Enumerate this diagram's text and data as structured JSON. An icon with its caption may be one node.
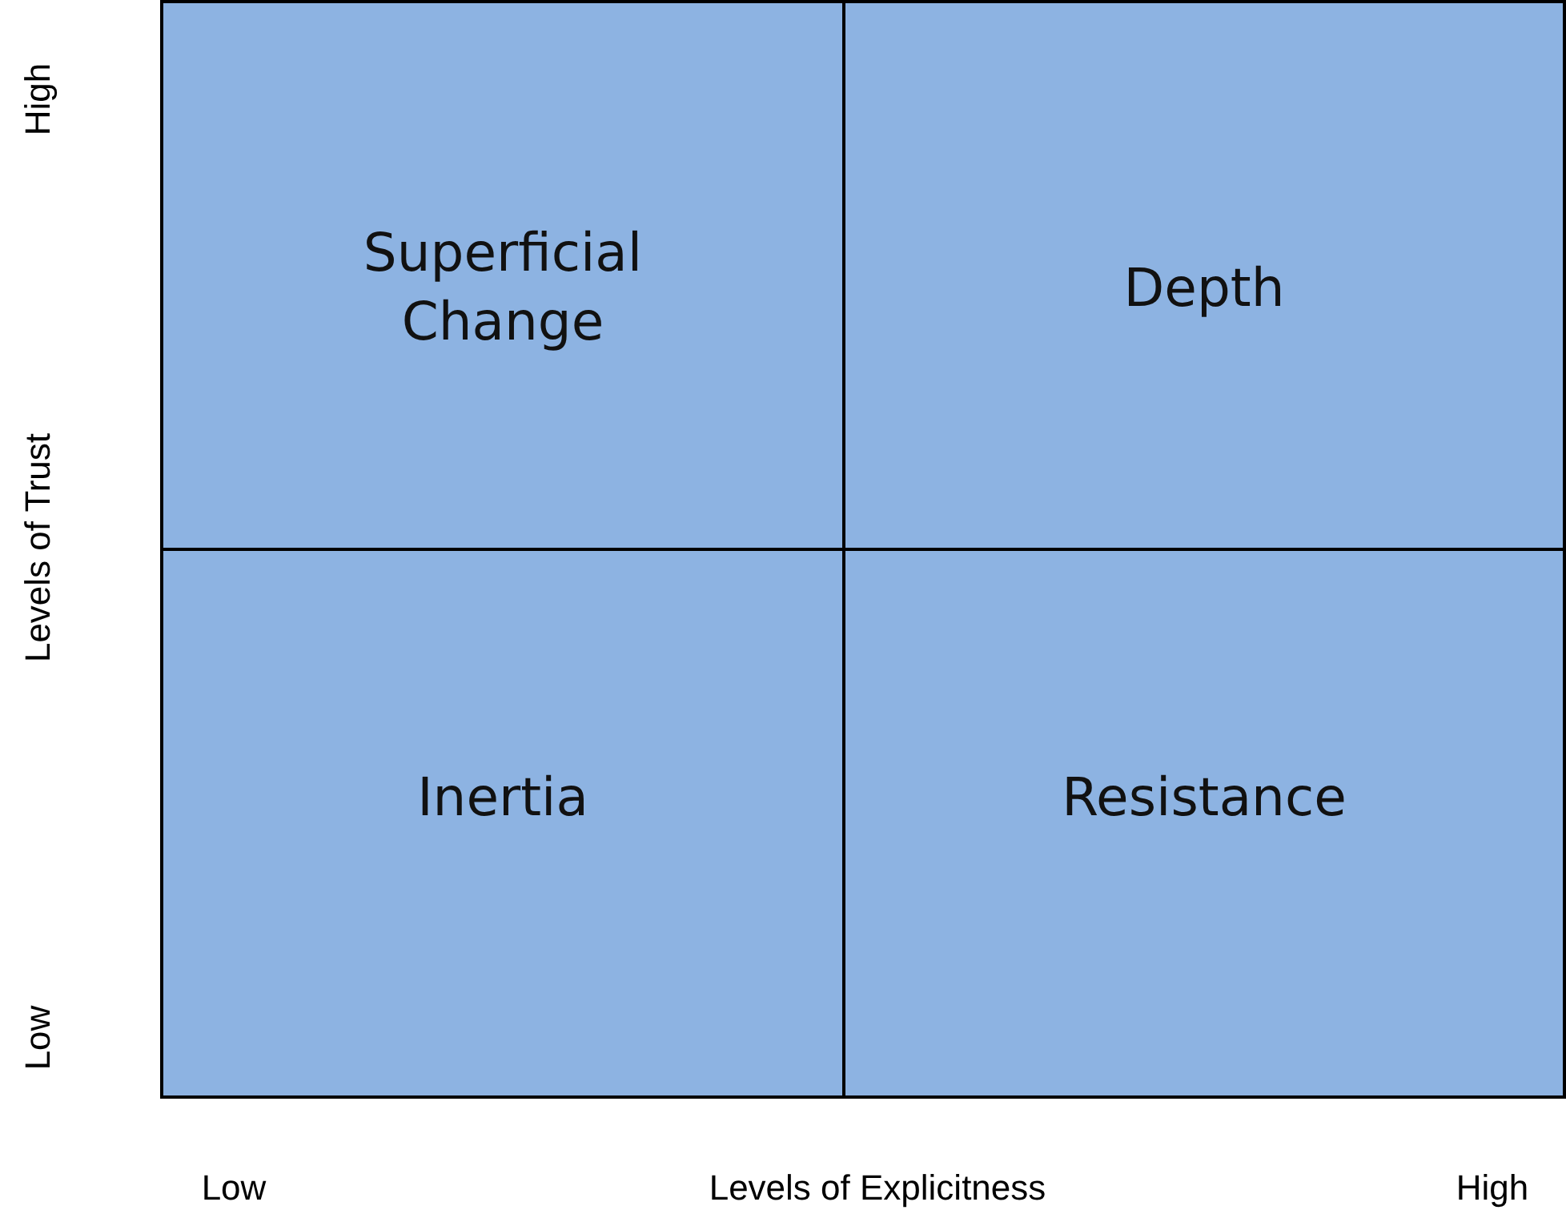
{
  "diagram": {
    "nodes": [
      {
        "text": [
          "Superficial Change"
        ]
      },
      {
        "text": [
          "Depth"
        ]
      },
      {
        "text": [
          "Inertia"
        ]
      },
      {
        "text": [
          "Resistance"
        ]
      }
    ],
    "labels": [
      "High",
      "Levels of Trust",
      "Low",
      "Low",
      "Levels of Explicitness",
      "High"
    ]
  }
}
